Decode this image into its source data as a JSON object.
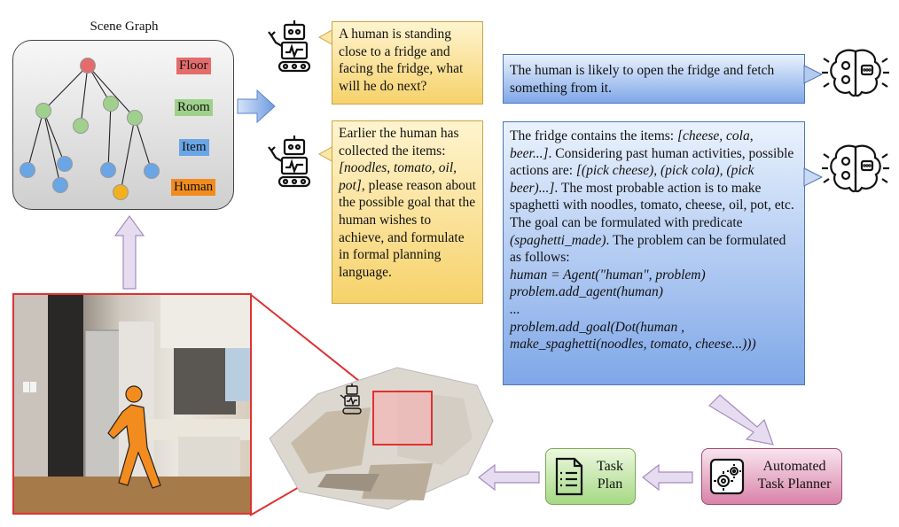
{
  "scene_graph": {
    "title": "Scene Graph",
    "legend": [
      {
        "label": "Floor",
        "color": "#e46c6c"
      },
      {
        "label": "Room",
        "color": "#9fd18c"
      },
      {
        "label": "Item",
        "color": "#6aa5e6"
      },
      {
        "label": "Human",
        "color": "#f28c1e"
      }
    ]
  },
  "robot_question_1": {
    "text": "A human is standing close to a fridge and facing the fridge, what will he do next?"
  },
  "robot_question_2": {
    "t1": "Earlier the human has collected the items: ",
    "items": "[noodles, tomato, oil, pot]",
    "t2": ", please reason about the possible goal that the human wishes to achieve, and formulate in formal planning language."
  },
  "llm_answer_1": {
    "text": "The human is likely to open the fridge and fetch something from it."
  },
  "llm_answer_2": {
    "a1": "The fridge contains the items: ",
    "a2": "[cheese, cola, beer...]",
    "a3": ". Considering past human activities, possible actions are: ",
    "a4": "[(pick cheese), (pick cola), (pick beer)...]",
    "a5": ". The most probable action is to make spaghetti with noodles, tomato, cheese, oil, pot, etc. The goal can be formulated with predicate ",
    "a6": "(spaghetti_made)",
    "a7": ". The problem can be formulated as follows:",
    "code1": "human = Agent(\"human\", problem)",
    "code2": "problem.add_agent(human)",
    "code3": "...",
    "code4": "problem.add_goal(Dot(human ,",
    "code5": "make_spaghetti(noodles, tomato, cheese...)))"
  },
  "task_plan": {
    "label1": "Task",
    "label2": "Plan"
  },
  "planner": {
    "label1": "Automated",
    "label2": "Task Planner"
  },
  "colors": {
    "red_frame": "#e03131",
    "human": "#f28c1e",
    "arrow_blue": "#6f9be0",
    "arrow_purple": "#c7b3d9"
  }
}
